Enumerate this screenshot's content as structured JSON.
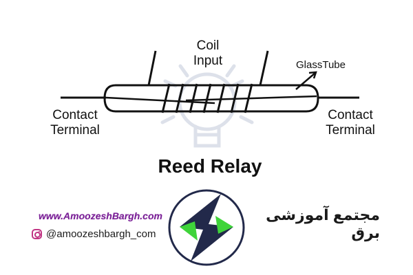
{
  "diagram": {
    "title": "Reed Relay",
    "coil_label_line1": "Coil",
    "coil_label_line2": "Input",
    "glass_label": "GlassTube",
    "contact_left_line1": "Contact",
    "contact_left_line2": "Terminal",
    "contact_right_line1": "Contact",
    "contact_right_line2": "Terminal"
  },
  "footer": {
    "website": "www.AmoozeshBargh.com",
    "instagram_handle": "@amoozeshbargh_com",
    "brand_name": "مجتمع آموزشی برق",
    "instagram_icon": "instagram-icon",
    "logo_icon": "lightning-bolt-logo"
  },
  "colors": {
    "logo_navy": "#22294a",
    "logo_green": "#3fd43a",
    "website_purple": "#7a1f96",
    "instagram_pink": "#c13584"
  }
}
